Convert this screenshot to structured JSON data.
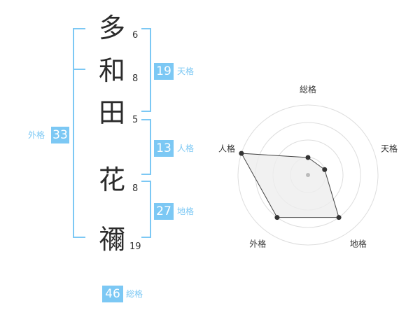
{
  "name": {
    "chars": [
      {
        "char": "多",
        "strokes": "6"
      },
      {
        "char": "和",
        "strokes": "8"
      },
      {
        "char": "田",
        "strokes": "5"
      },
      {
        "char": "花",
        "strokes": "8"
      },
      {
        "char": "禰",
        "strokes": "19"
      }
    ]
  },
  "fortunes": {
    "tenkaku": {
      "label": "天格",
      "value": "19"
    },
    "jinkaku": {
      "label": "人格",
      "value": "13"
    },
    "chikaku": {
      "label": "地格",
      "value": "27"
    },
    "gaikaku": {
      "label": "外格",
      "value": "33"
    },
    "soukaku": {
      "label": "総格",
      "value": "46"
    }
  },
  "colors": {
    "accent": "#7cc8f4",
    "ring": "#dddddd",
    "fill": "#eeeeee",
    "point": "#333333"
  },
  "chart_data": {
    "type": "radar",
    "axes": [
      "総格",
      "天格",
      "地格",
      "外格",
      "人格"
    ],
    "levels": 4,
    "values": [
      0.25,
      0.25,
      0.75,
      0.75,
      1.0
    ]
  }
}
